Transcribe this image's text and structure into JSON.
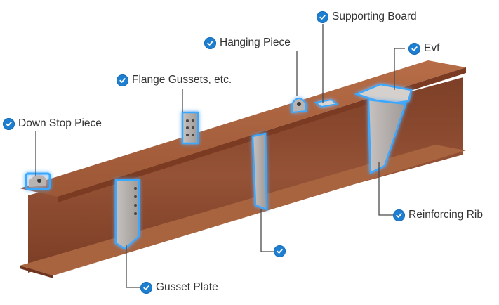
{
  "labels": {
    "down_stop_piece": "Down Stop Piece",
    "flange_gussets": "Flange Gussets, etc.",
    "hanging_piece": "Hanging Piece",
    "supporting_board": "Supporting Board",
    "evf": "Evf",
    "reinforcing_rib": "Reinforcing Rib",
    "web_plate": "",
    "gusset_plate": "Gusset Plate"
  },
  "colors": {
    "beam_top": "#a05a38",
    "beam_web": "#8e4b2f",
    "beam_edge": "#c98a66",
    "highlight": "#3aa8ff",
    "plate": "#b9b4b2",
    "check": "#1e7fd0",
    "leader": "#4a4a4a"
  },
  "icons": {
    "check": "check-circle-icon"
  }
}
